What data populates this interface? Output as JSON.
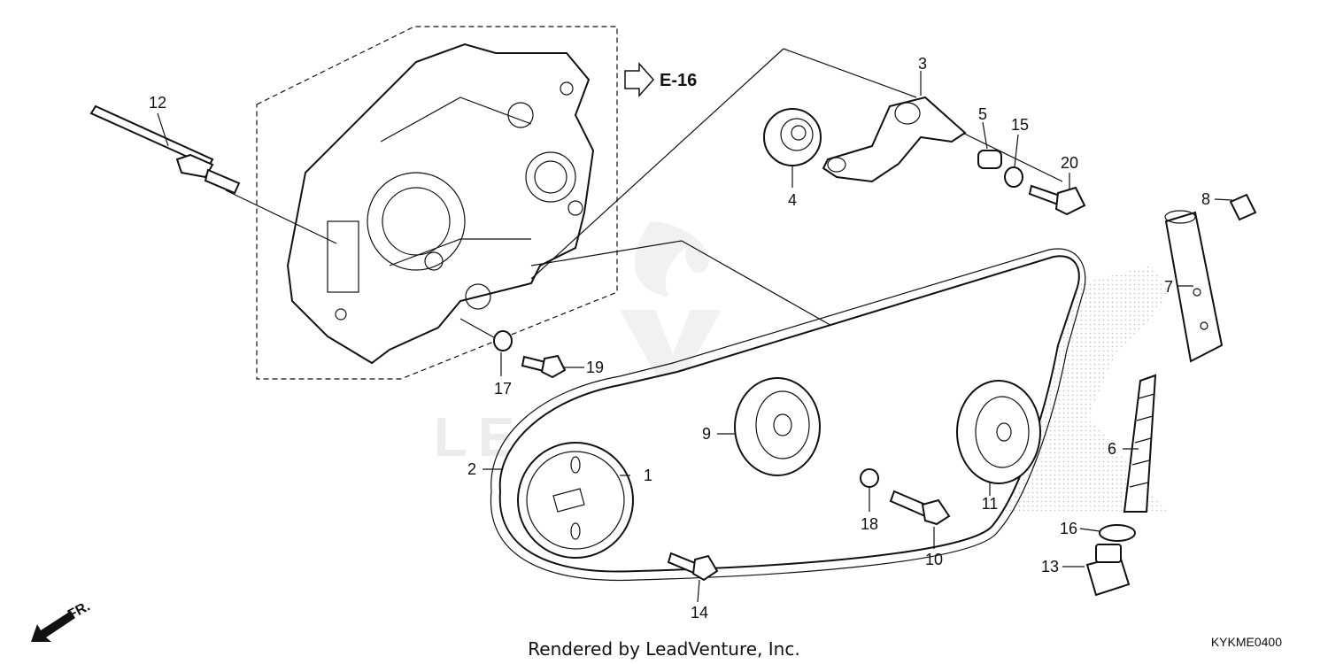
{
  "reference": {
    "label": "E-16",
    "arrow_icon": "arrow-right-icon"
  },
  "front_indicator": {
    "label": "FR.",
    "arrow_icon": "arrow-down-left-icon"
  },
  "footer": {
    "credit": "Rendered by LeadVenture, Inc.",
    "diagram_code": "KYKME0400"
  },
  "watermark": {
    "text": "LEADVENTURE"
  },
  "callouts": {
    "c1": "1",
    "c2": "2",
    "c3": "3",
    "c4": "4",
    "c5": "5",
    "c6": "6",
    "c7": "7",
    "c8": "8",
    "c9": "9",
    "c10": "10",
    "c11": "11",
    "c12": "12",
    "c13": "13",
    "c14": "14",
    "c15": "15",
    "c16": "16",
    "c17": "17",
    "c18": "18",
    "c19": "19",
    "c20": "20"
  },
  "colors": {
    "line": "#111111",
    "background": "#ffffff",
    "watermark": "#ececec",
    "stipple": "#c8c8c8"
  }
}
